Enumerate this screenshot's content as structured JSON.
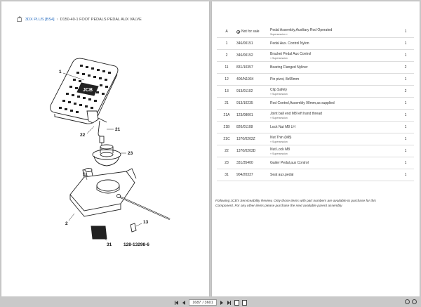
{
  "breadcrumb": {
    "model": "3DX PLUS [BS4]",
    "section": "D150-40-1 FOOT PEDALS PEDAL AUX VALVE"
  },
  "diagram": {
    "part_number": "128-13298-6",
    "callouts": [
      "1",
      "22",
      "21",
      "23",
      "11",
      "2",
      "31",
      "13"
    ]
  },
  "parts": [
    {
      "item": "A",
      "part": "Not for sale",
      "desc": "Pedal Assembly,Auxiliary Rod Operated",
      "super": "Supersession »",
      "qty": "1"
    },
    {
      "item": "1",
      "part": "346/00151",
      "desc": "Pedal Aux. Control Nylon",
      "super": "",
      "qty": "1"
    },
    {
      "item": "2",
      "part": "346/00152",
      "desc": "Bracket Pedal Aux Control",
      "super": "» Supersession",
      "qty": "1"
    },
    {
      "item": "11",
      "part": "831/10357",
      "desc": "Bearing Flanged Nyliner",
      "super": "",
      "qty": "2"
    },
    {
      "item": "12",
      "part": "400/N1934",
      "desc": "Pin pivot, 8x95mm",
      "super": "",
      "qty": "1"
    },
    {
      "item": "13",
      "part": "913/01102",
      "desc": "Clip Safety",
      "super": "» Supersession",
      "qty": "2"
    },
    {
      "item": "21",
      "part": "913/10235",
      "desc": "Rod Control,Assembly 90mm,as supplied",
      "super": "",
      "qty": "1"
    },
    {
      "item": "21A",
      "part": "123/08001",
      "desc": "Joint ball end M8 left hand thread",
      "super": "» Supersession",
      "qty": "1"
    },
    {
      "item": "21B",
      "part": "826/01108",
      "desc": "Lock Nut M8 LH",
      "super": "",
      "qty": "1"
    },
    {
      "item": "21C",
      "part": "1370/0202Z",
      "desc": "Nut Thin (M8)",
      "super": "» Supersession",
      "qty": "1"
    },
    {
      "item": "22",
      "part": "1370/0203D",
      "desc": "Nut Lock M8",
      "super": "» Supersession",
      "qty": "1"
    },
    {
      "item": "23",
      "part": "331/35400",
      "desc": "Gaiter Pedal,aux Control",
      "super": "",
      "qty": "1"
    },
    {
      "item": "31",
      "part": "904/20337",
      "desc": "Seat aux.pedal",
      "super": "",
      "qty": "1"
    }
  ],
  "note": "Following JCB's Serviceability Review, Only those items with part numbers are available to purchase for this Component. For any other items please purchase the next available parent assembly",
  "pager": {
    "current": "1687",
    "total": "/ 3601"
  }
}
